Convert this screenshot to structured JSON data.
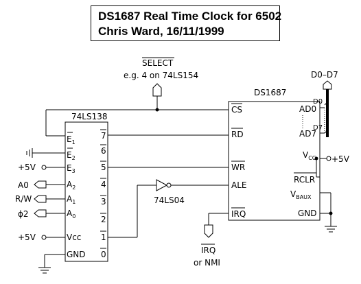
{
  "title": {
    "line1": "DS1687 Real Time Clock for 6502",
    "line2": "Chris Ward, 16/11/1999"
  },
  "select_signal": {
    "label": "SELECT",
    "note": "e.g. 4 on 74LS154"
  },
  "bus": {
    "label": "D0–D7",
    "top_bit": "D0",
    "bottom_bit": "D7"
  },
  "chip_74ls138": {
    "name": "74LS138",
    "left_pins": [
      "E1",
      "E2",
      "E3",
      "A2",
      "A1",
      "A0",
      "Vcc",
      "GND"
    ],
    "right_pins": [
      "7",
      "6",
      "5",
      "4",
      "3",
      "2",
      "1",
      "0"
    ]
  },
  "chip_ds1687": {
    "name": "DS1687",
    "left_pins": [
      "CS",
      "RD",
      "WR",
      "ALE",
      "IRQ"
    ],
    "right_pins": [
      "AD0",
      "AD7",
      "VCC",
      "RCLR",
      "VBAUX",
      "GND"
    ]
  },
  "inverter": {
    "name": "74LS04"
  },
  "external_inputs": {
    "plus5v_e3": "+5V",
    "a0": "A0",
    "rw": "R/W",
    "phi2": "ϕ2",
    "plus5v_vcc": "+5V",
    "plus5v_ds": "+5V"
  },
  "irq_output": {
    "label": "IRQ",
    "sublabel": "or NMI"
  }
}
